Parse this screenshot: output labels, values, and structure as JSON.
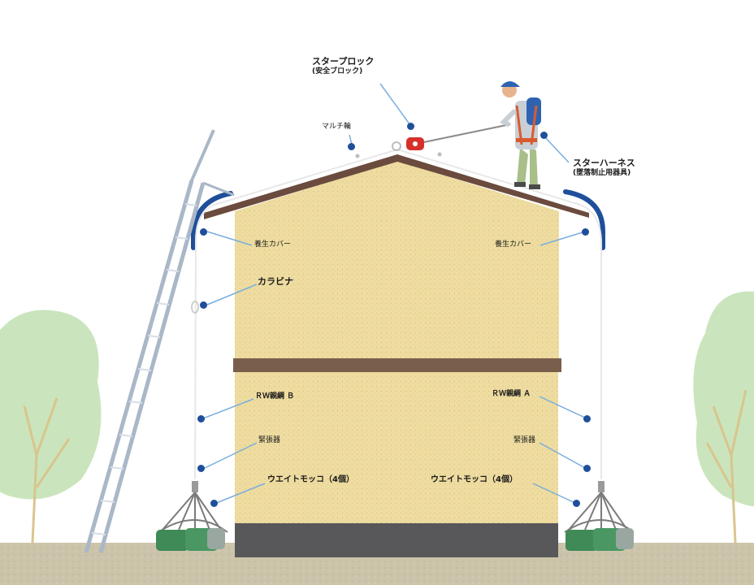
{
  "labels": {
    "star_block_1": "スタープロック",
    "star_block_2": "(安全ブロック)",
    "multi_ring": "マルチ輪",
    "star_harness_1": "スターハーネス",
    "star_harness_2": "(墜落制止用器具)",
    "cover_left": "養生カバー",
    "cover_right": "養生カバー",
    "carabiner": "カラビナ",
    "rw_rope_b": "ＲＷ親綱 Ｂ",
    "rw_rope_a": "ＲＷ親綱 Ａ",
    "tensioner_left": "緊張器",
    "tensioner_right": "緊張器",
    "weight_left": "ウエイトモッコ（4個）",
    "weight_right": "ウエイトモッコ（4個）"
  },
  "colors": {
    "wall": "#eedca0",
    "band": "#7a5e4c",
    "roof": "#6b4b3e",
    "foundation": "#58585a",
    "ground": "#c9c2a7",
    "tree": "#bfe0b1",
    "callout": "#1f4f9a",
    "weight": "#3f8a56"
  }
}
